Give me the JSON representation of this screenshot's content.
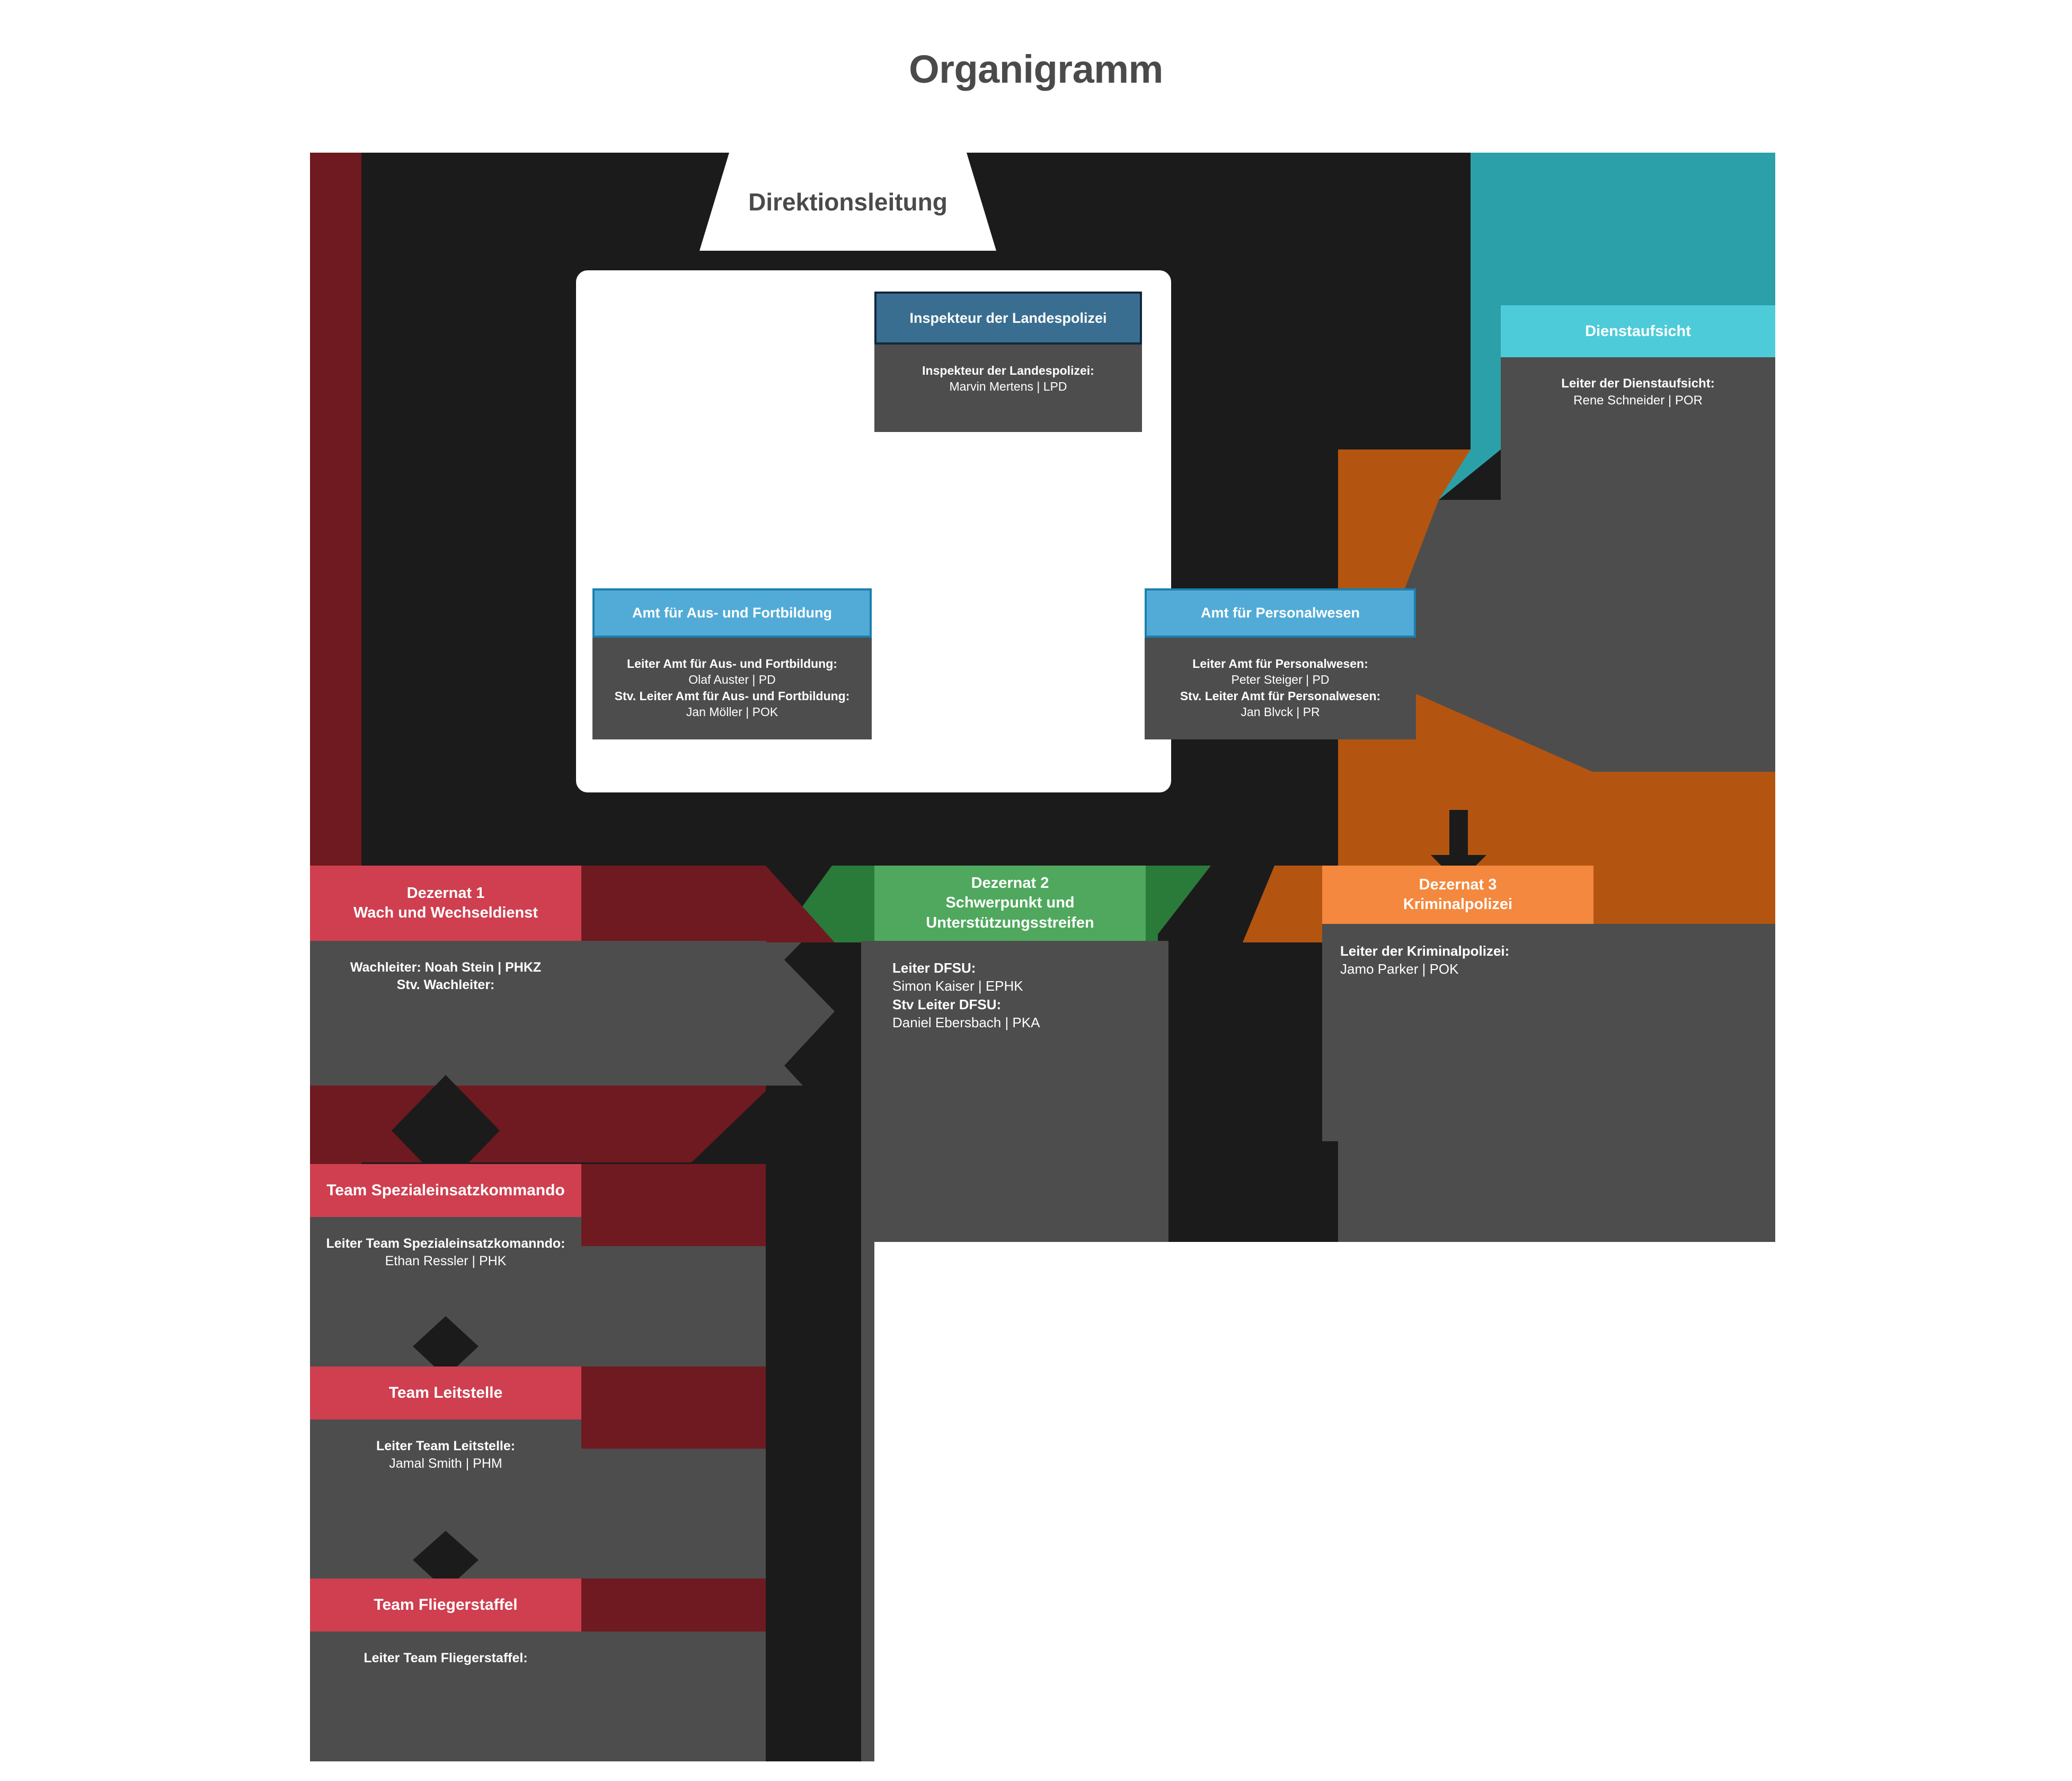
{
  "page": {
    "title": "Organigramm"
  },
  "leadership": {
    "header": "Direktionsleitung",
    "inspekteur": {
      "title": "Inspekteur der Landespolizei",
      "role": "Inspekteur der Landespolizei:",
      "person": "Marvin Mertens | LPD"
    },
    "ausbildung": {
      "title": "Amt für Aus- und Fortbildung",
      "role1": "Leiter Amt für Aus- und Fortbildung:",
      "person1": "Olaf Auster | PD",
      "role2": "Stv. Leiter Amt für Aus- und Fortbildung:",
      "person2": "Jan Möller | POK"
    },
    "personalwesen": {
      "title": "Amt für Personalwesen",
      "role1": "Leiter Amt für Personalwesen:",
      "person1": "Peter Steiger | PD",
      "role2": "Stv. Leiter Amt für Personalwesen:",
      "person2": "Jan Blvck | PR"
    }
  },
  "dienstaufsicht": {
    "title": "Dienstaufsicht",
    "role": "Leiter der Dienstaufsicht:",
    "person": "Rene Schneider | POR"
  },
  "dezernate": {
    "dez1": {
      "title": "Dezernat 1",
      "subtitle": "Wach und Wechseldienst",
      "line1": "Wachleiter: Noah Stein | PHKZ",
      "line2": "Stv. Wachleiter:"
    },
    "dez2": {
      "title": "Dezernat 2",
      "subtitle_line1": "Schwerpunkt und",
      "subtitle_line2": "Unterstützungsstreifen",
      "role1": "Leiter DFSU:",
      "person1": "Simon Kaiser | EPHK",
      "role2": "Stv Leiter DFSU:",
      "person2": "Daniel Ebersbach | PKA"
    },
    "dez3": {
      "title": "Dezernat 3",
      "subtitle": "Kriminalpolizei",
      "role1": "Leiter der Kriminalpolizei:",
      "person1": "Jamo Parker | POK"
    }
  },
  "teams": {
    "sek": {
      "title": "Team Spezialeinsatzkommando",
      "role": "Leiter Team Spezialeinsatzkomanndo:",
      "person": "Ethan Ressler | PHK"
    },
    "leitstelle": {
      "title": "Team  Leitstelle",
      "role": "Leiter Team  Leitstelle:",
      "person": "Jamal Smith | PHM"
    },
    "fliegerstaffel": {
      "title": "Team Fliegerstaffel",
      "role": "Leiter Team Fliegerstaffel:",
      "person": ""
    }
  },
  "colors": {
    "dark_backdrop": "#1b1b1b",
    "dez1_dark": "#6e1a20",
    "dez1_accent": "#cf3f4f",
    "dez2_dark": "#2a7a3a",
    "dez2_accent": "#4fa85d",
    "dez3_dark": "#b35510",
    "dez3_accent": "#f4883e",
    "dienstaufsicht_dark": "#2ba0a8",
    "dienstaufsicht_accent": "#4ecbd9",
    "inspekteur_accent": "#3a6e91",
    "amt_accent": "#52abd6",
    "body_gray": "#4d4d4d"
  }
}
